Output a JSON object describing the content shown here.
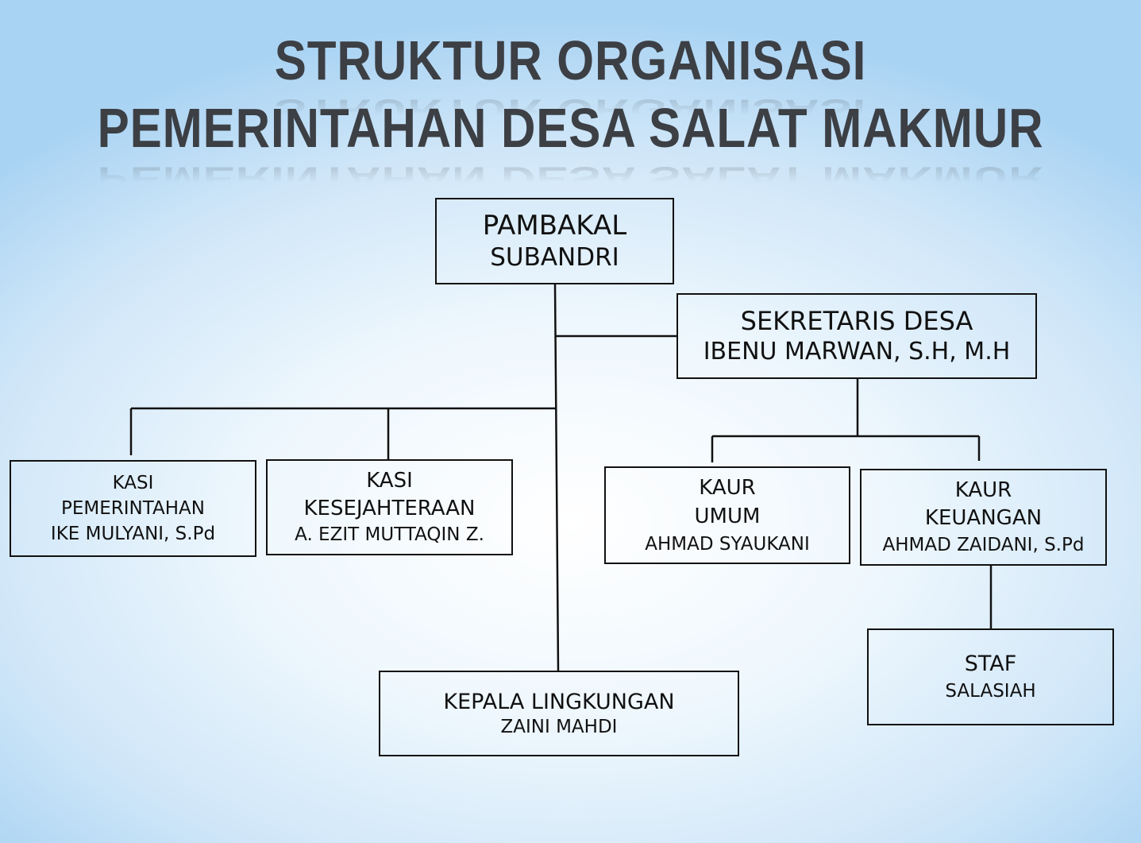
{
  "title": {
    "line1": "STRUKTUR ORGANISASI",
    "line2": "PEMERINTAHAN DESA SALAT MAKMUR"
  },
  "nodes": {
    "pambakal": {
      "role": "PAMBAKAL",
      "name": "SUBANDRI"
    },
    "sekretaris": {
      "role": "SEKRETARIS DESA",
      "name": "IBENU MARWAN, S.H, M.H"
    },
    "kasi_pemerintahan": {
      "role1": "KASI",
      "role2": "PEMERINTAHAN",
      "name": "IKE MULYANI, S.Pd"
    },
    "kasi_kesejahteraan": {
      "role1": "KASI",
      "role2": "KESEJAHTERAAN",
      "name": "A. EZIT MUTTAQIN Z."
    },
    "kaur_umum": {
      "role1": "KAUR",
      "role2": "UMUM",
      "name": "AHMAD SYAUKANI"
    },
    "kaur_keuangan": {
      "role1": "KAUR",
      "role2": "KEUANGAN",
      "name": "AHMAD ZAIDANI, S.Pd"
    },
    "staf": {
      "role": "STAF",
      "name": "SALASIAH"
    },
    "kepala_lingkungan": {
      "role": "KEPALA LINGKUNGAN",
      "name": "ZAINI MAHDI"
    }
  }
}
